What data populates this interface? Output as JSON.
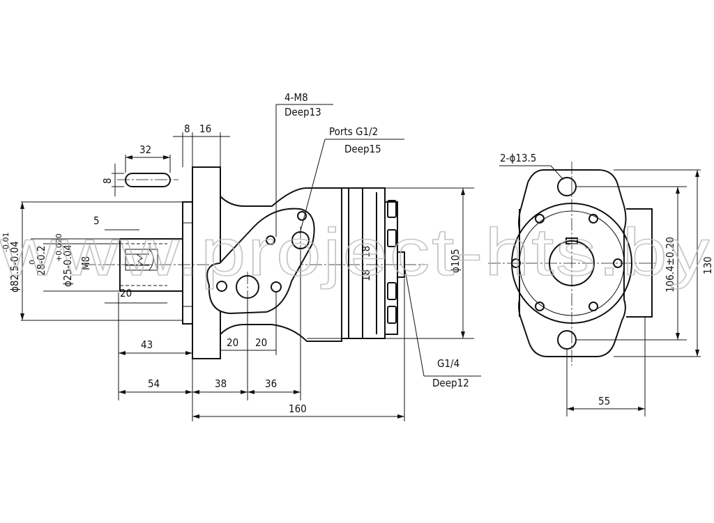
{
  "callouts": {
    "mounting_threads": {
      "line1": "4-M8",
      "line2": "Deep13"
    },
    "ports": {
      "line1": "Ports G1/2",
      "line2": "Deep15"
    },
    "drain_port": {
      "line1": "G1/4",
      "line2": "Deep12"
    },
    "mount_holes": "2-ϕ13.5"
  },
  "dimensions": {
    "key_length": "32",
    "key_width": "8",
    "flange_step": "8",
    "flange_thickness": "16",
    "shaft_end_step": "5",
    "shaft_undercut": "20",
    "shaft_length": "43",
    "to_flange": "54",
    "flange_to_ports": "38",
    "ports_spacing": "36",
    "port_a_offset": "20",
    "port_b_offset": "20",
    "total_length": "160",
    "body_diameter": "ϕ105",
    "valve_h1": "18",
    "valve_h2": "18",
    "flange_height": "130",
    "hole_spacing": "106.4±0.20",
    "side_width": "55",
    "thread_m8": "M8",
    "key_height": "28-0.2",
    "key_height_tol": "0",
    "pilot_diameter": "ϕ82.5-0.04",
    "pilot_tol": "-0.01",
    "shaft_diameter": "ϕ25-0.04",
    "shaft_tol": "+0.020"
  },
  "watermark": "www.project-hts.by"
}
